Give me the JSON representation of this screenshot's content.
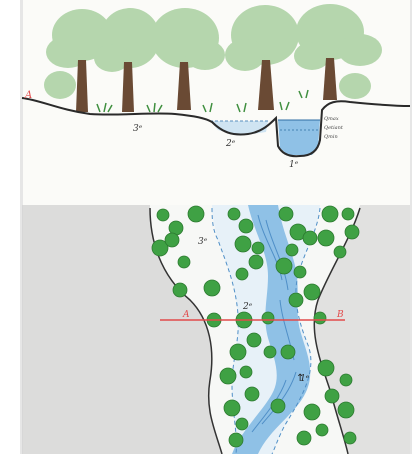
{
  "section": {
    "label_a": "A",
    "bed_labels": [
      "3ᵉ",
      "2ᵉ",
      "1ᵉ"
    ],
    "water_levels": [
      "Qmax",
      "Qetiant",
      "Qmin"
    ]
  },
  "plan": {
    "label_a": "A",
    "label_b": "B",
    "bed_labels": [
      "3ᵉ",
      "2ᵉ",
      "1ᵉ"
    ],
    "flow_arrow": "↑"
  },
  "colors": {
    "paper": "#fbfbf8",
    "ground_line": "#2a2a2a",
    "water": "#9cc7e6",
    "water_dark": "#4f8fc7",
    "tree_canopy": "#9ec79a",
    "tree_trunk": "#6a4a34",
    "bush": "#3fa144",
    "bank_shade": "#c9c9c9",
    "section_line": "#e24a4a"
  }
}
